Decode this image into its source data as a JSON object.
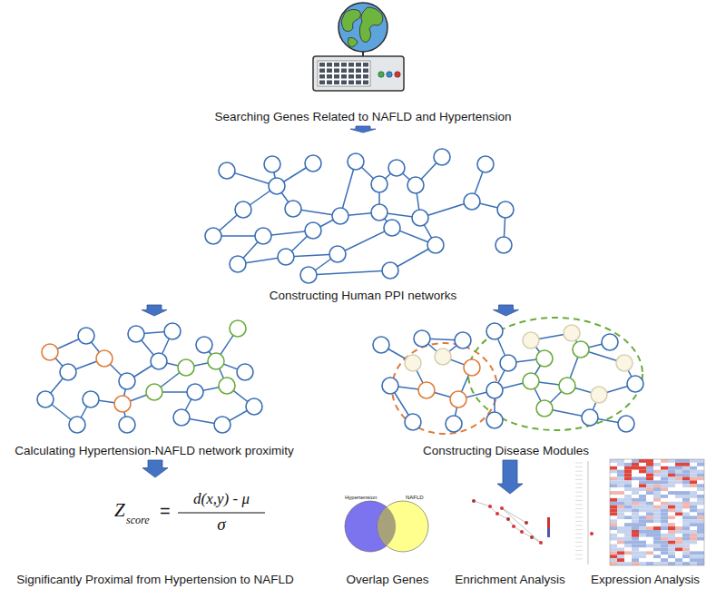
{
  "diagram": {
    "nodes": [
      {
        "text": [
          "Searching Genes Related to NAFLD and Hypertension"
        ]
      },
      {
        "text": [
          "Constructing Human PPI networks"
        ]
      },
      {
        "text": [
          "Calculating Hypertension-NAFLD network proximity"
        ]
      },
      {
        "text": [
          "Constructing Disease Modules"
        ]
      },
      {
        "text": [
          "Significantly Proximal from Hypertension to NAFLD"
        ]
      },
      {
        "text": [
          "Overlap Genes"
        ]
      },
      {
        "text": [
          "Enrichment Analysis"
        ]
      },
      {
        "text": [
          "Expression Analysis"
        ]
      }
    ],
    "edges": [
      {
        "from": 0,
        "to": 1,
        "arrow": "to"
      },
      {
        "from": 1,
        "to": 2,
        "arrow": "to"
      },
      {
        "from": 1,
        "to": 3,
        "arrow": "to"
      },
      {
        "from": 2,
        "to": 4,
        "arrow": "to"
      },
      {
        "from": 3,
        "to": 6,
        "arrow": "to"
      }
    ],
    "labels": [
      "Z",
      "score",
      "=",
      "d(x,y) - μ",
      "σ",
      "Hypertension",
      "NAFLD"
    ]
  }
}
